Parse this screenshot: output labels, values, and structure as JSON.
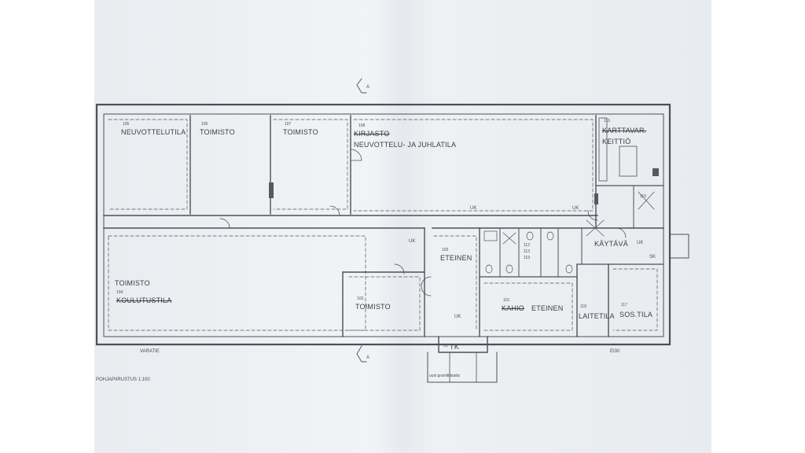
{
  "rooms": {
    "r105": {
      "number": "105",
      "name": "NEUVOTTELUTILA"
    },
    "r106": {
      "number": "106",
      "name": "TOIMISTO"
    },
    "r107": {
      "number": "107",
      "name": "TOIMISTO"
    },
    "r108": {
      "number": "108",
      "name_old": "KIRJASTO",
      "name": "NEUVOTTELU-  JA  JUHLATILA"
    },
    "r116": {
      "number": "116",
      "name_old": "KARTTAVAR.",
      "name": "KEITTIÖ"
    },
    "r104": {
      "number": "104",
      "name": "TOIMISTO",
      "name_old": "KOULUTUSTILA"
    },
    "r103": {
      "number": "103",
      "name": "TOIMISTO"
    },
    "r102": {
      "number": "102",
      "name": "ETEINEN"
    },
    "r110": {
      "number": "110",
      "name_old": "KAHIO",
      "name": "ETEINEN"
    },
    "r118": {
      "number": "118",
      "name": "LAITETILA"
    },
    "r117": {
      "number": "117",
      "name": "SOS.TILA"
    },
    "r101": {
      "number": "01",
      "name": "TK"
    },
    "r115": {
      "number": "115"
    },
    "r112": {
      "number": "112"
    },
    "r113": {
      "number": "113"
    },
    "r119": {
      "number": "119"
    },
    "corridor": {
      "name": "KÄYTÄVÄ"
    }
  },
  "marks": {
    "section_a": "A",
    "uk": "UK",
    "sk": "SK",
    "varatie": "VARATIE",
    "ei30": "EI30",
    "canopy": "uusi graniittilaatta"
  },
  "scale_note": "POHJAPIIRUSTUS  1:100"
}
